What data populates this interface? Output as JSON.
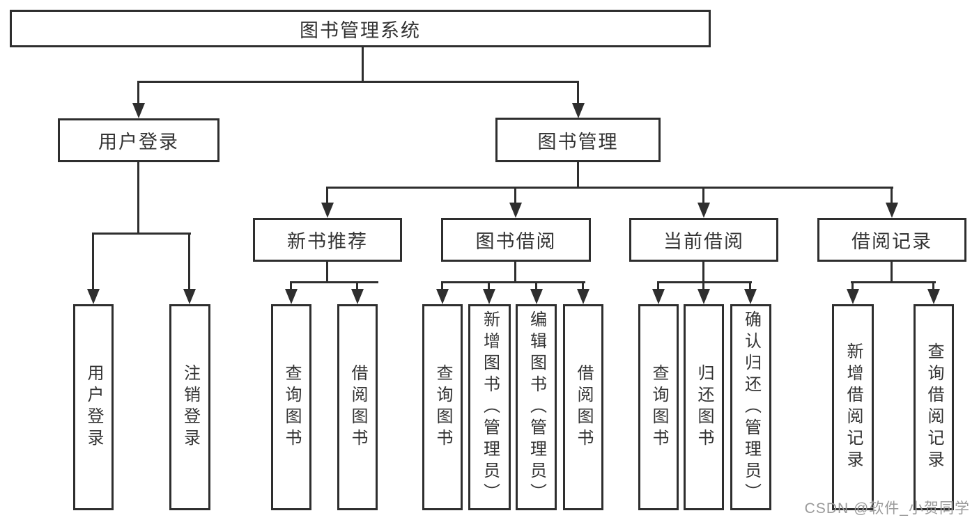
{
  "colors": {
    "line": "#2e2e2e",
    "text": "#333333",
    "background": "#ffffff",
    "watermark": "#9a9a9a"
  },
  "watermark": {
    "text": "CSDN @软件_小贺同学"
  },
  "tree": {
    "root": {
      "label": "图书管理系统"
    },
    "children": [
      {
        "label": "用户登录",
        "leaves": [
          {
            "label": "用户登录"
          },
          {
            "label": "注销登录"
          }
        ]
      },
      {
        "label": "图书管理",
        "children": [
          {
            "label": "新书推荐",
            "leaves": [
              {
                "label": "查询图书"
              },
              {
                "label": "借阅图书"
              }
            ]
          },
          {
            "label": "图书借阅",
            "leaves": [
              {
                "label": "查询图书"
              },
              {
                "label": "新增图书（管理员）"
              },
              {
                "label": "编辑图书（管理员）"
              },
              {
                "label": "借阅图书"
              }
            ]
          },
          {
            "label": "当前借阅",
            "leaves": [
              {
                "label": "查询图书"
              },
              {
                "label": "归还图书"
              },
              {
                "label": "确认归还（管理员）"
              }
            ]
          },
          {
            "label": "借阅记录",
            "leaves": [
              {
                "label": "新增借阅记录"
              },
              {
                "label": "查询借阅记录"
              }
            ]
          }
        ]
      }
    ]
  }
}
